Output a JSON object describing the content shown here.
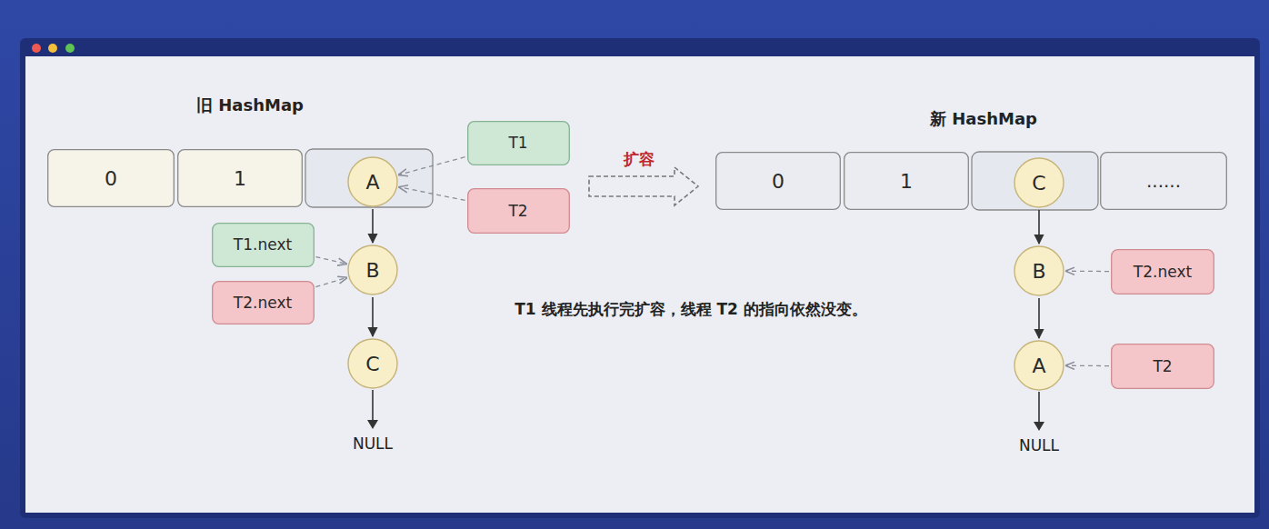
{
  "diagram": {
    "nodes": [
      {
        "text": [
          "0"
        ]
      },
      {
        "text": [
          "1"
        ]
      },
      {
        "text": [
          "A"
        ]
      },
      {
        "text": [
          "T1"
        ]
      },
      {
        "text": [
          "T2"
        ]
      },
      {
        "text": [
          "T1.next"
        ]
      },
      {
        "text": [
          "B"
        ]
      },
      {
        "text": [
          "T2.next"
        ]
      },
      {
        "text": [
          "C"
        ]
      },
      {
        "text": [
          "0"
        ]
      },
      {
        "text": [
          "1"
        ]
      },
      {
        "text": [
          "C"
        ]
      },
      {
        "text": [
          "......"
        ]
      },
      {
        "text": [
          "B"
        ]
      },
      {
        "text": [
          "T2.next"
        ]
      },
      {
        "text": [
          "A"
        ]
      },
      {
        "text": [
          "T2"
        ]
      }
    ],
    "edges": [
      {
        "from": 2,
        "to": 6,
        "arrow": "to"
      },
      {
        "from": 6,
        "to": 8,
        "arrow": "to"
      },
      {
        "from": 3,
        "to": 2,
        "arrow": "to"
      },
      {
        "from": 4,
        "to": 2,
        "arrow": "to"
      },
      {
        "from": 5,
        "to": 6,
        "arrow": "to"
      },
      {
        "from": 7,
        "to": 6,
        "arrow": "to"
      },
      {
        "from": 11,
        "to": 13,
        "arrow": "to"
      },
      {
        "from": 13,
        "to": 15,
        "arrow": "to"
      },
      {
        "from": 14,
        "to": 13,
        "arrow": "to"
      },
      {
        "from": 16,
        "to": 15,
        "arrow": "to"
      }
    ],
    "labels": [
      "旧 HashMap",
      "扩容",
      "新 HashMap",
      "T1 线程先执行完扩容，线程 T2 的指向依然没变。",
      "NULL",
      "NULL"
    ]
  }
}
